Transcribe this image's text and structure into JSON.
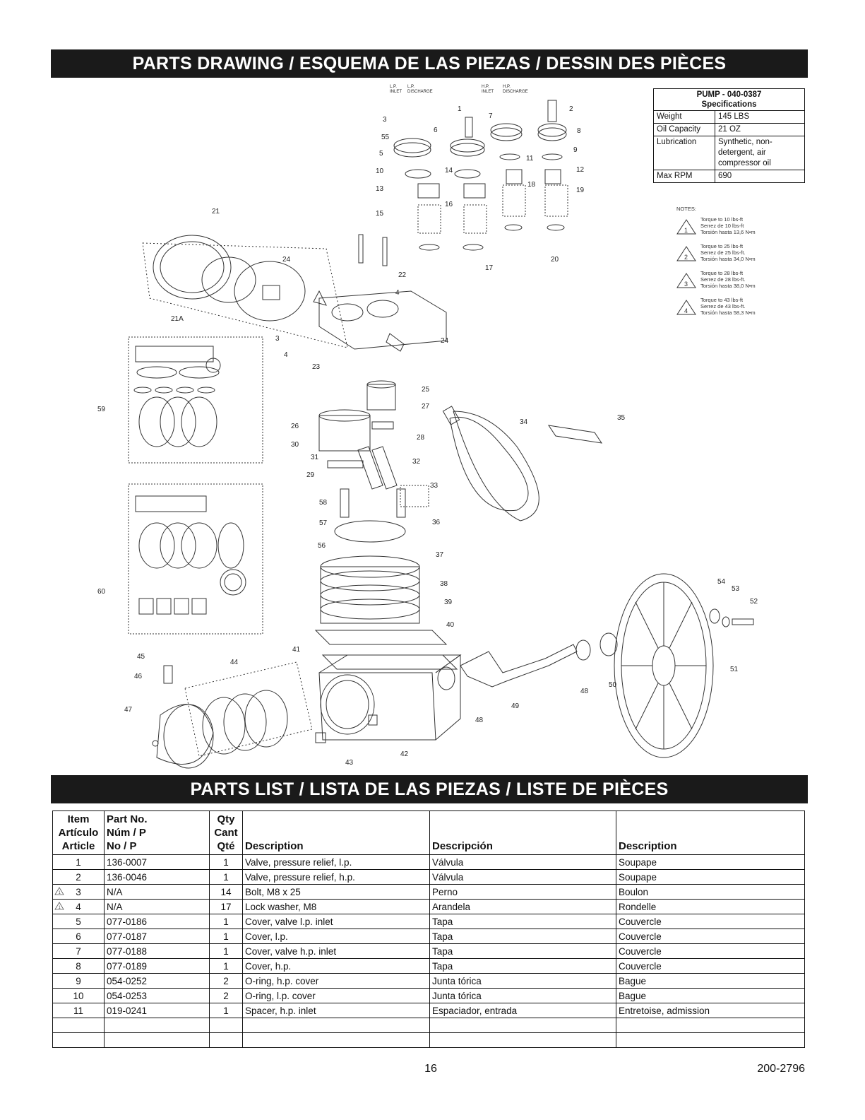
{
  "header": {
    "drawing_title": "PARTS DRAWING / ESQUEMA DE  LAS PIEZAS / DESSIN DES PIÈCES",
    "list_title": "PARTS LIST / LISTA DE LAS PIEZAS / LISTE DE PIÈCES"
  },
  "spec": {
    "title": "PUMP - 040-0387",
    "subtitle": "Specifications",
    "rows": [
      {
        "label": "Weight",
        "value": "145 LBS"
      },
      {
        "label": "Oil Capacity",
        "value": "21 OZ"
      },
      {
        "label": "Lubrication",
        "value": "Synthetic, non-detergent, air compressor oil"
      },
      {
        "label": "Max RPM",
        "value": "690"
      }
    ]
  },
  "notes": {
    "title": "NOTES:",
    "items": [
      {
        "num": "1",
        "en": "Torque to 10 lbs-ft",
        "fr": "Serrez de 10 lbs-ft",
        "es": "Torsión hasta 13,6 N•m"
      },
      {
        "num": "2",
        "en": "Torque to 25 lbs-ft",
        "fr": "Serrez de 25 lbs-ft.",
        "es": "Torsión hasta 34,0 N•m"
      },
      {
        "num": "3",
        "en": "Torque to 28 lbs-ft",
        "fr": "Serrez de 28 lbs-ft.",
        "es": "Torsión hasta 38,0 N•m"
      },
      {
        "num": "4",
        "en": "Torque to 43 lbs-ft",
        "fr": "Serrez de 43 lbs-ft.",
        "es": "Torsión hasta 58,3 N•m"
      }
    ]
  },
  "diagram": {
    "labels": [
      "1",
      "2",
      "3",
      "4",
      "5",
      "6",
      "7",
      "8",
      "9",
      "10",
      "11",
      "12",
      "13",
      "14",
      "15",
      "16",
      "17",
      "18",
      "19",
      "20",
      "21",
      "21A",
      "22",
      "23",
      "24",
      "25",
      "26",
      "27",
      "28",
      "29",
      "30",
      "31",
      "32",
      "33",
      "34",
      "35",
      "36",
      "37",
      "38",
      "39",
      "40",
      "41",
      "42",
      "43",
      "44",
      "45",
      "46",
      "47",
      "48",
      "49",
      "50",
      "51",
      "52",
      "53",
      "54",
      "55",
      "56",
      "57",
      "58",
      "59",
      "60"
    ],
    "port_labels": [
      "L.P. INLET",
      "L.P. DISCHARGE",
      "H.P. INLET",
      "H.P. DISCHARGE"
    ]
  },
  "parts": {
    "headers": {
      "item": [
        "Item",
        "Artículo",
        "Article"
      ],
      "part": [
        "Part No.",
        "Núm / P",
        "No / P"
      ],
      "qty": [
        "Qty",
        "Cant",
        "Qté"
      ],
      "desc_en": "Description",
      "desc_es": "Descripción",
      "desc_fr": "Description"
    },
    "rows": [
      {
        "item": "1",
        "part": "136-0007",
        "qty": "1",
        "en": "Valve, pressure relief, l.p.",
        "es": "Válvula",
        "fr": "Soupape",
        "note": ""
      },
      {
        "item": "2",
        "part": "136-0046",
        "qty": "1",
        "en": "Valve, pressure relief, h.p.",
        "es": "Válvula",
        "fr": "Soupape",
        "note": ""
      },
      {
        "item": "3",
        "part": "N/A",
        "qty": "14",
        "en": "Bolt, M8 x 25",
        "es": "Perno",
        "fr": "Boulon",
        "note": "1"
      },
      {
        "item": "4",
        "part": "N/A",
        "qty": "17",
        "en": "Lock washer, M8",
        "es": "Arandela",
        "fr": "Rondelle",
        "note": "1"
      },
      {
        "item": "5",
        "part": "077-0186",
        "qty": "1",
        "en": "Cover, valve l.p. inlet",
        "es": "Tapa",
        "fr": "Couvercle",
        "note": ""
      },
      {
        "item": "6",
        "part": "077-0187",
        "qty": "1",
        "en": "Cover, l.p.",
        "es": "Tapa",
        "fr": "Couvercle",
        "note": ""
      },
      {
        "item": "7",
        "part": "077-0188",
        "qty": "1",
        "en": "Cover, valve h.p. inlet",
        "es": "Tapa",
        "fr": "Couvercle",
        "note": ""
      },
      {
        "item": "8",
        "part": "077-0189",
        "qty": "1",
        "en": "Cover, h.p.",
        "es": "Tapa",
        "fr": "Couvercle",
        "note": ""
      },
      {
        "item": "9",
        "part": "054-0252",
        "qty": "2",
        "en": "O-ring, h.p. cover",
        "es": "Junta tórica",
        "fr": "Bague",
        "note": ""
      },
      {
        "item": "10",
        "part": "054-0253",
        "qty": "2",
        "en": "O-ring, l.p. cover",
        "es": "Junta tórica",
        "fr": "Bague",
        "note": ""
      },
      {
        "item": "11",
        "part": "019-0241",
        "qty": "1",
        "en": "Spacer, h.p. inlet",
        "es": "Espaciador, entrada",
        "fr": "Entretoise, admission",
        "note": ""
      },
      {
        "item": "",
        "part": "",
        "qty": "",
        "en": "",
        "es": "",
        "fr": "",
        "note": ""
      },
      {
        "item": "",
        "part": "",
        "qty": "",
        "en": "",
        "es": "",
        "fr": "",
        "note": ""
      }
    ]
  },
  "footer": {
    "page": "16",
    "doc": "200-2796"
  }
}
